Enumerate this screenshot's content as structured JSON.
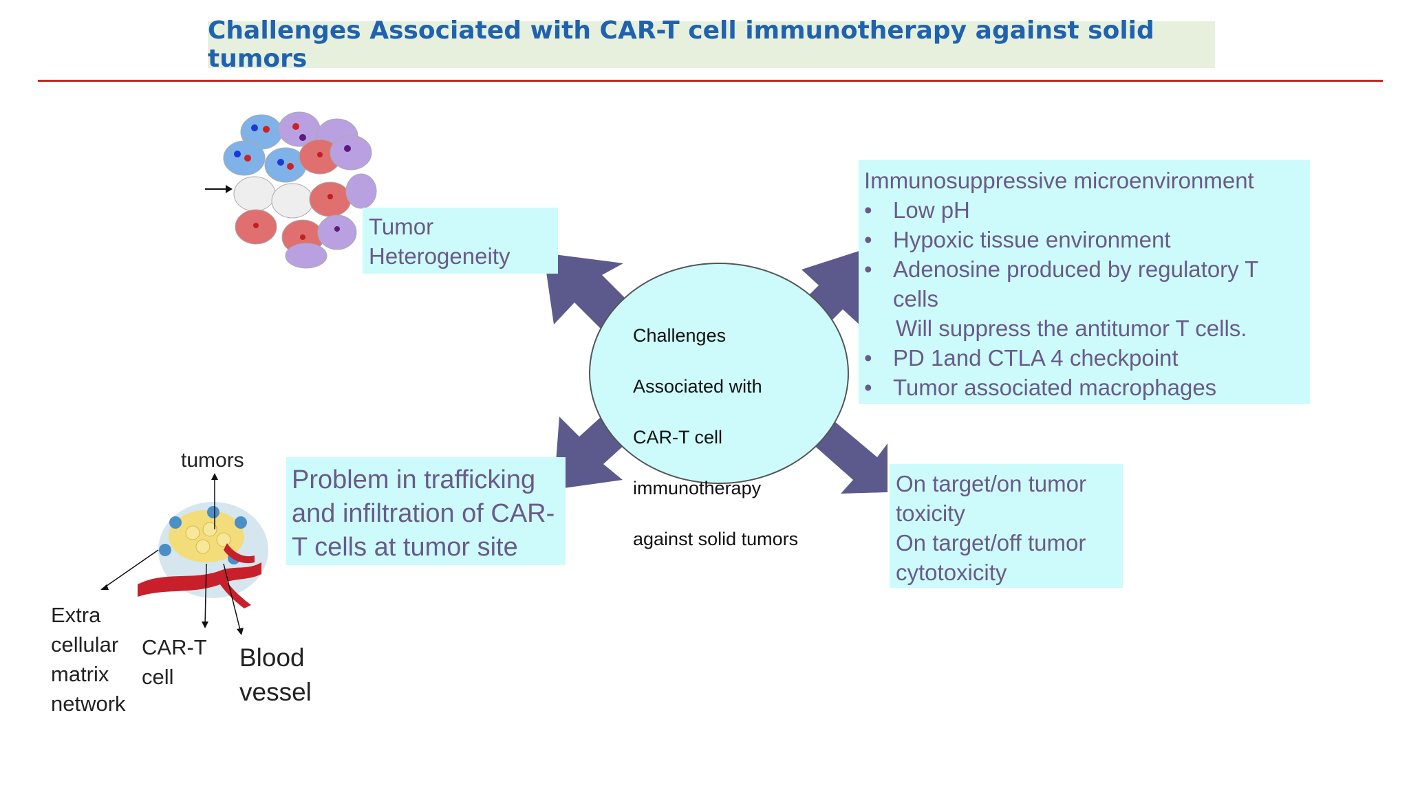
{
  "title": "Challenges Associated with CAR-T cell immunotherapy against solid tumors",
  "center": {
    "lines": [
      "Challenges",
      "Associated with",
      "CAR-T cell",
      "immunotherapy",
      "against solid tumors"
    ]
  },
  "boxes": {
    "heterogeneity": {
      "lines": [
        "Tumor",
        "Heterogeneity"
      ]
    },
    "microenvironment": {
      "heading": "Immunosuppressive microenvironment",
      "bullet_symbol": "•",
      "bullets": [
        "Low pH",
        "Hypoxic tissue environment",
        "Adenosine produced by regulatory T cells"
      ],
      "continuation": "Will suppress the antitumor T cells.",
      "bullets_after": [
        "PD 1and CTLA 4 checkpoint",
        "Tumor associated macrophages"
      ]
    },
    "trafficking": {
      "lines": [
        "Problem in trafficking",
        "and infiltration of CAR-",
        "T cells at tumor site"
      ]
    },
    "toxicity": {
      "lines": [
        "On target/on tumor",
        "toxicity",
        "On target/off tumor",
        "cytotoxicity"
      ]
    }
  },
  "illustration_labels": {
    "tumors": "tumors",
    "ecm": [
      "Extra",
      "cellular",
      "matrix",
      "network"
    ],
    "cart": [
      "CAR-T",
      "cell"
    ],
    "vessel": [
      "Blood",
      "vessel"
    ]
  },
  "colors": {
    "title_text": "#1f62b0",
    "title_bg": "#e6f0dc",
    "rule": "#d42020",
    "box_bg": "#cdfbfb",
    "box_text": "#6a5a8a",
    "arrow": "#5c5a8c",
    "ellipse_fill": "#cdfbfb"
  }
}
